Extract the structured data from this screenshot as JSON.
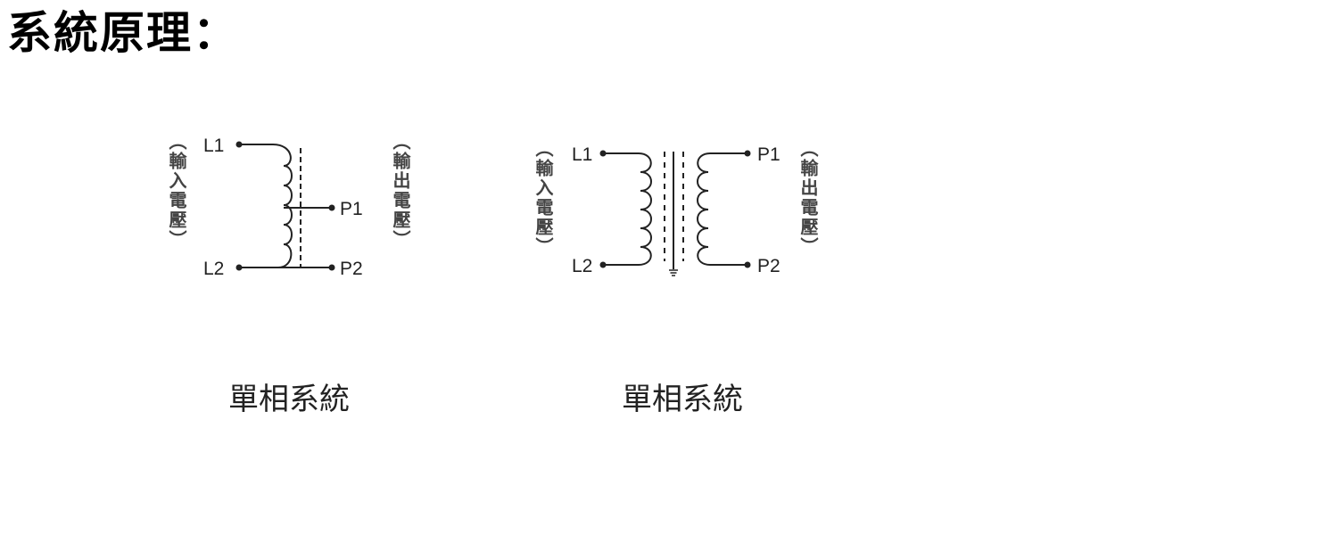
{
  "title": "系統原理：",
  "diagrams": [
    {
      "type": "autotransformer",
      "input_label": "（輸入電壓）",
      "output_label": "（輸出電壓）",
      "terminals": {
        "in_top": "L1",
        "in_bottom": "L2",
        "out_top": "P1",
        "out_bottom": "P2"
      },
      "caption": "單相系統"
    },
    {
      "type": "isolation-transformer",
      "input_label": "（輸入電壓）",
      "output_label": "（輸出電壓）",
      "terminals": {
        "in_top": "L1",
        "in_bottom": "L2",
        "out_top": "P1",
        "out_bottom": "P2"
      },
      "caption": "單相系統",
      "ground_symbol": "ground-icon"
    }
  ],
  "colors": {
    "line": "#222222",
    "label": "#444444",
    "background": "#ffffff"
  }
}
